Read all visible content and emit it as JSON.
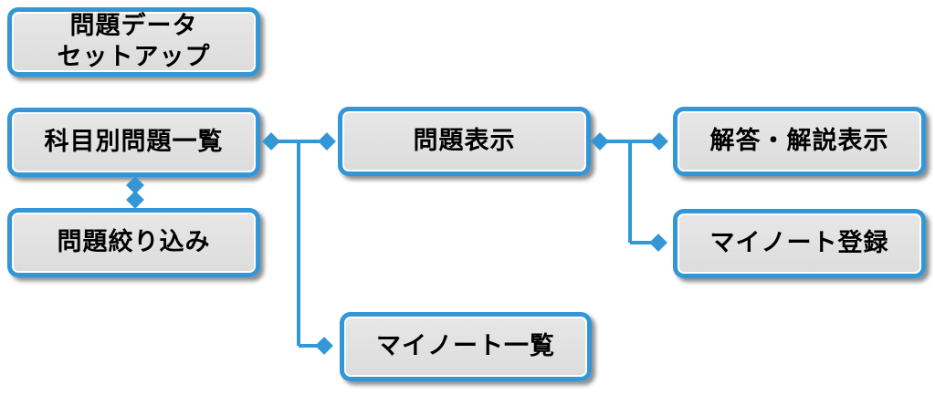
{
  "colors": {
    "accent_blue": "#3296D7",
    "box_fill": "#E0E0E0",
    "box_inner_highlight": "#FFFFFF",
    "shadow": "#999999",
    "text": "#000000",
    "background": "#FFFFFF"
  },
  "diagram": {
    "type": "screen-flow-diagram",
    "nodes": [
      {
        "id": "problem-data-setup",
        "label": "問題データ\nセットアップ"
      },
      {
        "id": "subject-problem-list",
        "label": "科目別問題一覧"
      },
      {
        "id": "problem-filter",
        "label": "問題絞り込み"
      },
      {
        "id": "problem-display",
        "label": "問題表示"
      },
      {
        "id": "answer-explanation-display",
        "label": "解答・解説表示"
      },
      {
        "id": "mynote-register",
        "label": "マイノート登録"
      },
      {
        "id": "mynote-list",
        "label": "マイノート一覧"
      }
    ],
    "edges": [
      {
        "from": "subject-problem-list",
        "to": "problem-display",
        "style": "line-with-diamond-ends"
      },
      {
        "from": "subject-problem-list",
        "to": "problem-filter",
        "style": "double-diamond"
      },
      {
        "from": "subject-problem-list",
        "to": "mynote-list",
        "style": "branch-line-with-diamond-end"
      },
      {
        "from": "problem-display",
        "to": "answer-explanation-display",
        "style": "line-with-diamond-ends"
      },
      {
        "from": "problem-display",
        "to": "mynote-register",
        "style": "branch-line-with-diamond-end"
      }
    ]
  }
}
